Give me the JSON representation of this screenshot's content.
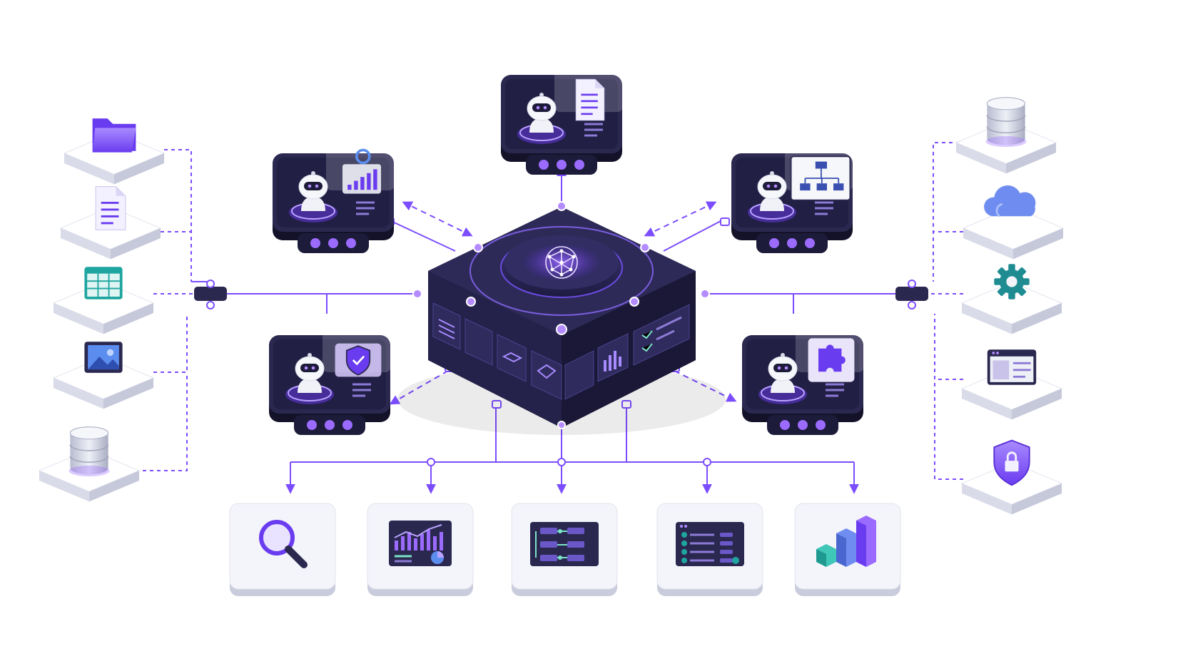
{
  "colors": {
    "accent": "#7c4dff",
    "accent_light": "#b9a3ff",
    "dark_base": "#1d1b3a",
    "dark_top": "#2b2850",
    "tile_white": "#f4f5fb",
    "tile_side": "#d9dbe8",
    "teal": "#1fa5a0",
    "connector": "#7c4dff"
  },
  "hub": {
    "icon": "brain-network-icon"
  },
  "agents": [
    {
      "id": "analytics",
      "icon": "bar-chart-icon"
    },
    {
      "id": "document",
      "icon": "document-icon"
    },
    {
      "id": "workflow",
      "icon": "flowchart-icon"
    },
    {
      "id": "security",
      "icon": "shield-check-icon"
    },
    {
      "id": "integration",
      "icon": "puzzle-icon"
    }
  ],
  "sources_left": [
    {
      "icon": "folder-icon"
    },
    {
      "icon": "document-icon"
    },
    {
      "icon": "spreadsheet-icon"
    },
    {
      "icon": "image-icon"
    },
    {
      "icon": "database-icon"
    }
  ],
  "sources_right": [
    {
      "icon": "database-icon"
    },
    {
      "icon": "cloud-icon"
    },
    {
      "icon": "gear-icon"
    },
    {
      "icon": "browser-window-icon"
    },
    {
      "icon": "lock-shield-icon"
    }
  ],
  "outputs": [
    {
      "icon": "magnifier-icon"
    },
    {
      "icon": "dashboard-chart-icon"
    },
    {
      "icon": "workflow-board-icon"
    },
    {
      "icon": "checklist-icon"
    },
    {
      "icon": "3d-bars-icon"
    }
  ]
}
